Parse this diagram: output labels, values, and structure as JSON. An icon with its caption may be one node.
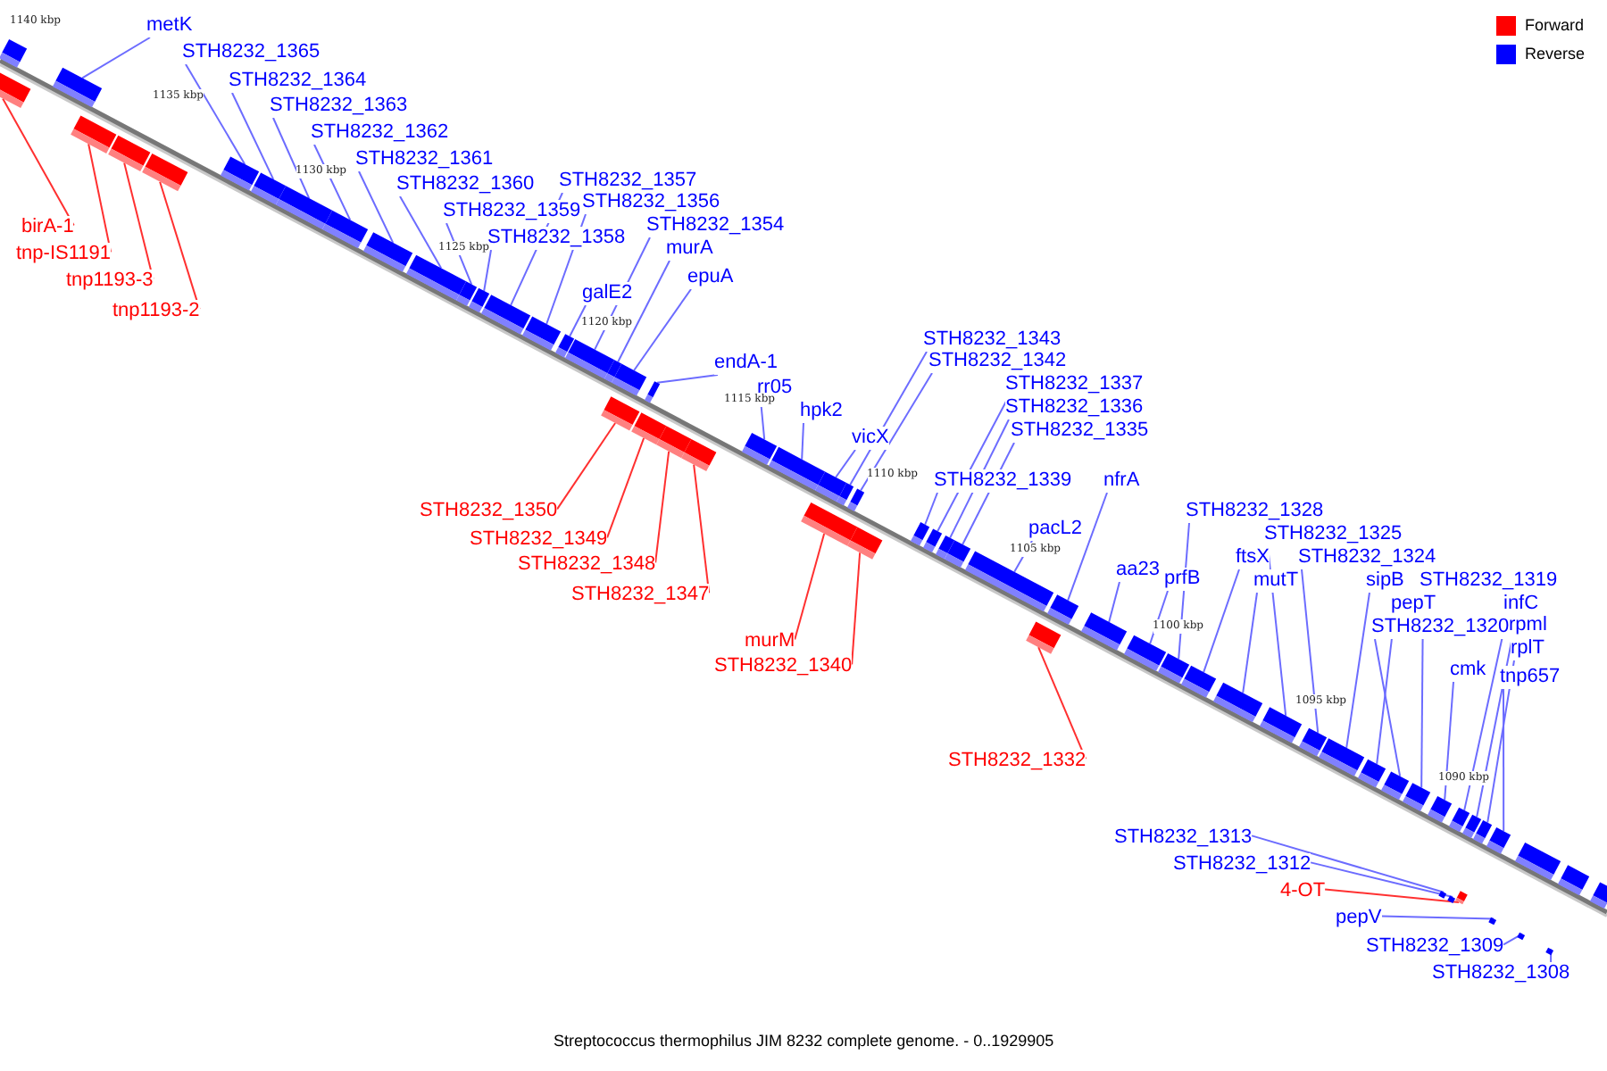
{
  "diagram": {
    "caption": "Streptococcus thermophilus JIM 8232 complete genome. - 0..1929905",
    "nodes": [
      {
        "text": [
          "metK"
        ]
      },
      {
        "text": [
          "STH8232_1365"
        ]
      },
      {
        "text": [
          "STH8232_1364"
        ]
      },
      {
        "text": [
          "STH8232_1363"
        ]
      },
      {
        "text": [
          "STH8232_1362"
        ]
      },
      {
        "text": [
          "STH8232_1361"
        ]
      },
      {
        "text": [
          "STH8232_1357"
        ]
      },
      {
        "text": [
          "STH8232_1360"
        ]
      },
      {
        "text": [
          "STH8232_1356"
        ]
      },
      {
        "text": [
          "STH8232_1359"
        ]
      },
      {
        "text": [
          "STH8232_1354"
        ]
      },
      {
        "text": [
          "birA-1"
        ]
      },
      {
        "text": [
          "STH8232_1358"
        ]
      },
      {
        "text": [
          "murA"
        ]
      },
      {
        "text": [
          "tnp-IS1191"
        ]
      },
      {
        "text": [
          "epuA"
        ]
      },
      {
        "text": [
          "tnp1193-3"
        ]
      },
      {
        "text": [
          "galE2"
        ]
      },
      {
        "text": [
          "tnp1193-2"
        ]
      },
      {
        "text": [
          "STH8232_1343"
        ]
      },
      {
        "text": [
          "STH8232_1342"
        ]
      },
      {
        "text": [
          "endA-1"
        ]
      },
      {
        "text": [
          "STH8232_1337"
        ]
      },
      {
        "text": [
          "rr05"
        ]
      },
      {
        "text": [
          "STH8232_1336"
        ]
      },
      {
        "text": [
          "hpk2"
        ]
      },
      {
        "text": [
          "STH8232_1335"
        ]
      },
      {
        "text": [
          "vicX"
        ]
      },
      {
        "text": [
          "STH8232_1339"
        ]
      },
      {
        "text": [
          "nfrA"
        ]
      },
      {
        "text": [
          "STH8232_1350"
        ]
      },
      {
        "text": [
          "STH8232_1328"
        ]
      },
      {
        "text": [
          "pacL2"
        ]
      },
      {
        "text": [
          "STH8232_1325"
        ]
      },
      {
        "text": [
          "STH8232_1349"
        ]
      },
      {
        "text": [
          "ftsX"
        ]
      },
      {
        "text": [
          "STH8232_1324"
        ]
      },
      {
        "text": [
          "STH8232_1348"
        ]
      },
      {
        "text": [
          "aa23"
        ]
      },
      {
        "text": [
          "prfB"
        ]
      },
      {
        "text": [
          "mutT"
        ]
      },
      {
        "text": [
          "sipB"
        ]
      },
      {
        "text": [
          "STH8232_1319"
        ]
      },
      {
        "text": [
          "STH8232_1347"
        ]
      },
      {
        "text": [
          "pepT"
        ]
      },
      {
        "text": [
          "infC"
        ]
      },
      {
        "text": [
          "STH8232_1320"
        ]
      },
      {
        "text": [
          "rpml"
        ]
      },
      {
        "text": [
          "murM"
        ]
      },
      {
        "text": [
          "rplT"
        ]
      },
      {
        "text": [
          "STH8232_1340"
        ]
      },
      {
        "text": [
          "cmk"
        ]
      },
      {
        "text": [
          "tnp657"
        ]
      },
      {
        "text": [
          "STH8232_1332"
        ]
      },
      {
        "text": [
          "STH8232_1313"
        ]
      },
      {
        "text": [
          "STH8232_1312"
        ]
      },
      {
        "text": [
          "4-OT"
        ]
      },
      {
        "text": [
          "pepV"
        ]
      },
      {
        "text": [
          "STH8232_1309"
        ]
      },
      {
        "text": [
          "STH8232_1308"
        ]
      },
      {
        "text": [],
        "shape": "box"
      },
      {
        "text": [],
        "shape": "box"
      },
      {
        "text": [],
        "shape": "box"
      },
      {
        "text": [],
        "shape": "box"
      },
      {
        "text": [],
        "shape": "box"
      },
      {
        "text": [],
        "shape": "box"
      },
      {
        "text": [],
        "shape": "box"
      },
      {
        "text": [],
        "shape": "box"
      },
      {
        "text": [],
        "shape": "box"
      },
      {
        "text": [],
        "shape": "box"
      },
      {
        "text": [],
        "shape": "box"
      },
      {
        "text": [],
        "shape": "box"
      },
      {
        "text": [],
        "shape": "box"
      },
      {
        "text": [],
        "shape": "box"
      },
      {
        "text": [],
        "shape": "box"
      },
      {
        "text": [],
        "shape": "box"
      },
      {
        "text": [],
        "shape": "box"
      },
      {
        "text": [],
        "shape": "box"
      },
      {
        "text": [],
        "shape": "box"
      },
      {
        "text": [],
        "shape": "box"
      },
      {
        "text": [],
        "shape": "box"
      },
      {
        "text": [],
        "shape": "box"
      },
      {
        "text": [],
        "shape": "box"
      },
      {
        "text": [],
        "shape": "box"
      },
      {
        "text": [],
        "shape": "box"
      },
      {
        "text": [],
        "shape": "box"
      },
      {
        "text": [],
        "shape": "box"
      },
      {
        "text": [],
        "shape": "box"
      },
      {
        "text": [],
        "shape": "box"
      },
      {
        "text": [],
        "shape": "box"
      },
      {
        "text": [],
        "shape": "box"
      },
      {
        "text": [],
        "shape": "box"
      },
      {
        "text": [],
        "shape": "box"
      },
      {
        "text": [],
        "shape": "box"
      },
      {
        "text": [],
        "shape": "box"
      },
      {
        "text": [],
        "shape": "box"
      },
      {
        "text": [],
        "shape": "box"
      },
      {
        "text": [],
        "shape": "box"
      },
      {
        "text": [],
        "shape": "box"
      },
      {
        "text": [],
        "shape": "box"
      },
      {
        "text": [],
        "shape": "box"
      },
      {
        "text": [],
        "shape": "box"
      },
      {
        "text": [],
        "shape": "box"
      },
      {
        "text": [],
        "shape": "box"
      },
      {
        "text": [],
        "shape": "box"
      },
      {
        "text": [],
        "shape": "box"
      },
      {
        "text": [],
        "shape": "box"
      },
      {
        "text": [],
        "shape": "box"
      },
      {
        "text": [],
        "shape": "box"
      },
      {
        "text": [],
        "shape": "box"
      },
      {
        "text": [],
        "shape": "box"
      },
      {
        "text": [],
        "shape": "box"
      },
      {
        "text": [],
        "shape": "box"
      },
      {
        "text": [],
        "shape": "box"
      },
      {
        "text": [],
        "shape": "box"
      },
      {
        "text": [],
        "shape": "box"
      },
      {
        "text": [],
        "shape": "box"
      },
      {
        "text": [],
        "shape": "box"
      },
      {
        "text": [],
        "shape": "box"
      },
      {
        "text": [],
        "shape": "box"
      },
      {
        "text": [],
        "shape": "box"
      },
      {
        "text": [],
        "shape": "box"
      },
      {
        "text": [],
        "shape": "box"
      },
      {
        "text": [],
        "shape": "box"
      }
    ],
    "edges": [
      {
        "from": 0,
        "to": 61,
        "arrow": "none"
      },
      {
        "from": 1,
        "to": 65,
        "arrow": "none"
      },
      {
        "from": 2,
        "to": 66,
        "arrow": "none"
      },
      {
        "from": 3,
        "to": 67,
        "arrow": "none"
      },
      {
        "from": 4,
        "to": 68,
        "arrow": "none"
      },
      {
        "from": 5,
        "to": 69,
        "arrow": "none"
      },
      {
        "from": 6,
        "to": 73,
        "arrow": "none"
      },
      {
        "from": 7,
        "to": 70,
        "arrow": "none"
      },
      {
        "from": 8,
        "to": 74,
        "arrow": "none"
      },
      {
        "from": 9,
        "to": 71,
        "arrow": "none"
      },
      {
        "from": 10,
        "to": 76,
        "arrow": "none"
      },
      {
        "from": 11,
        "to": 60,
        "arrow": "none",
        "color": "#ff3030"
      },
      {
        "from": 12,
        "to": 72,
        "arrow": "none"
      },
      {
        "from": 13,
        "to": 77,
        "arrow": "none"
      },
      {
        "from": 14,
        "to": 62,
        "arrow": "none",
        "color": "#ff3030"
      },
      {
        "from": 15,
        "to": 78,
        "arrow": "none"
      },
      {
        "from": 16,
        "to": 63,
        "arrow": "none",
        "color": "#ff3030"
      },
      {
        "from": 17,
        "to": 75,
        "arrow": "none"
      },
      {
        "from": 18,
        "to": 64,
        "arrow": "none",
        "color": "#ff3030"
      },
      {
        "from": 19,
        "to": 87,
        "arrow": "none"
      },
      {
        "from": 20,
        "to": 89,
        "arrow": "none"
      },
      {
        "from": 21,
        "to": 80,
        "arrow": "none"
      },
      {
        "from": 22,
        "to": 92,
        "arrow": "none"
      },
      {
        "from": 23,
        "to": 84,
        "arrow": "none"
      },
      {
        "from": 24,
        "to": 93,
        "arrow": "none"
      },
      {
        "from": 25,
        "to": 85,
        "arrow": "none"
      },
      {
        "from": 26,
        "to": 94,
        "arrow": "none"
      },
      {
        "from": 27,
        "to": 86,
        "arrow": "none"
      },
      {
        "from": 28,
        "to": 91,
        "arrow": "none"
      },
      {
        "from": 29,
        "to": 97,
        "arrow": "none"
      },
      {
        "from": 30,
        "to": 79,
        "arrow": "none",
        "color": "#ff3030"
      },
      {
        "from": 31,
        "to": 100,
        "arrow": "none"
      },
      {
        "from": 32,
        "to": 95,
        "arrow": "none"
      },
      {
        "from": 33,
        "to": 103,
        "arrow": "none"
      },
      {
        "from": 34,
        "to": 81,
        "arrow": "none",
        "color": "#ff3030"
      },
      {
        "from": 35,
        "to": 101,
        "arrow": "none"
      },
      {
        "from": 36,
        "to": 104,
        "arrow": "none"
      },
      {
        "from": 37,
        "to": 82,
        "arrow": "none",
        "color": "#ff3030"
      },
      {
        "from": 38,
        "to": 98,
        "arrow": "none"
      },
      {
        "from": 39,
        "to": 99,
        "arrow": "none"
      },
      {
        "from": 40,
        "to": 102,
        "arrow": "none"
      },
      {
        "from": 41,
        "to": 105,
        "arrow": "none"
      },
      {
        "from": 42,
        "to": 108,
        "arrow": "none"
      },
      {
        "from": 43,
        "to": 83,
        "arrow": "none",
        "color": "#ff3030"
      },
      {
        "from": 44,
        "to": 106,
        "arrow": "none"
      },
      {
        "from": 45,
        "to": 110,
        "arrow": "none"
      },
      {
        "from": 46,
        "to": 107,
        "arrow": "none"
      },
      {
        "from": 47,
        "to": 111,
        "arrow": "none"
      },
      {
        "from": 48,
        "to": 88,
        "arrow": "none",
        "color": "#ff3030"
      },
      {
        "from": 49,
        "to": 113,
        "arrow": "none"
      },
      {
        "from": 50,
        "to": 90,
        "arrow": "none",
        "color": "#ff3030"
      },
      {
        "from": 51,
        "to": 109,
        "arrow": "none"
      },
      {
        "from": 52,
        "to": 116,
        "arrow": "none"
      },
      {
        "from": 53,
        "to": 96,
        "arrow": "none",
        "color": "#ff3030"
      },
      {
        "from": 54,
        "to": 112,
        "arrow": "none"
      },
      {
        "from": 55,
        "to": 114,
        "arrow": "none"
      },
      {
        "from": 56,
        "to": 115,
        "arrow": "none",
        "color": "#ff3030"
      },
      {
        "from": 57,
        "to": 117,
        "arrow": "none"
      },
      {
        "from": 58,
        "to": 118,
        "arrow": "none"
      },
      {
        "from": 59,
        "to": 119,
        "arrow": "none"
      }
    ],
    "labels": [
      "1140 kbp",
      "1135 kbp",
      "1130 kbp",
      "1125 kbp",
      "1120 kbp",
      "1115 kbp",
      "1110 kbp",
      "1105 kbp",
      "1100 kbp",
      "1095 kbp",
      "1090 kbp"
    ],
    "legend": [
      {
        "text": "Forward",
        "color": "#ff0000"
      },
      {
        "text": "Reverse",
        "color": "#0000ff"
      }
    ]
  }
}
